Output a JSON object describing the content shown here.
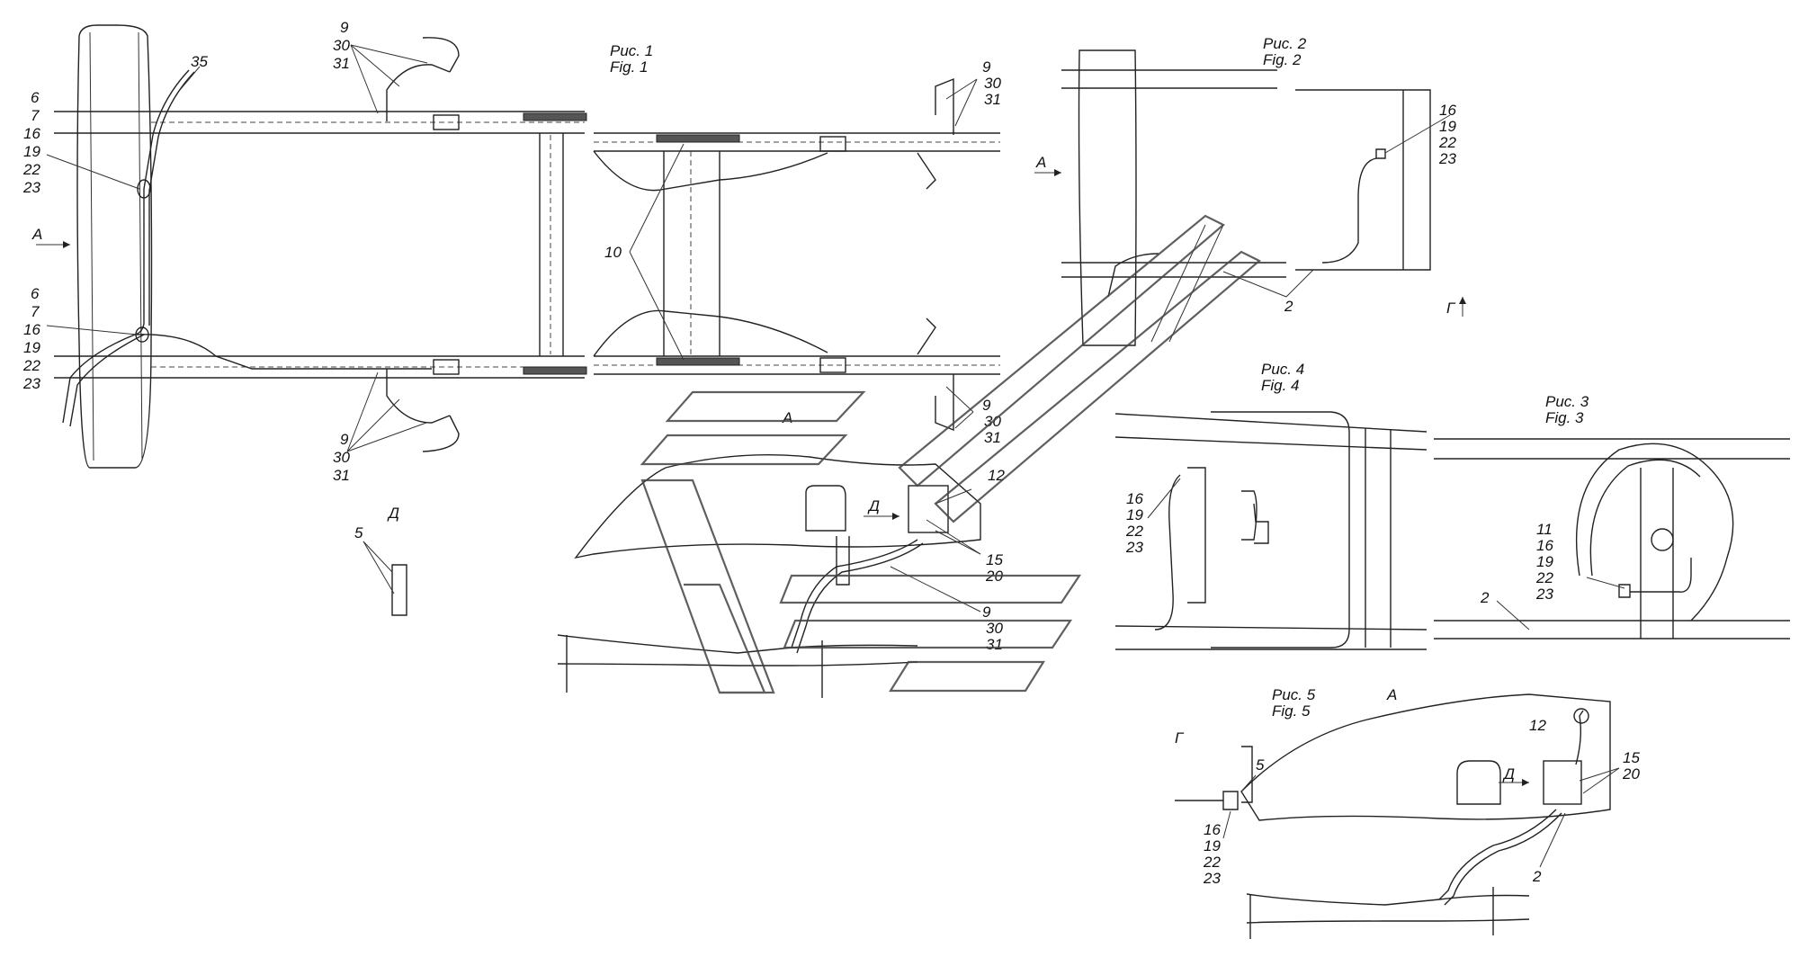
{
  "fig1": {
    "title_ru": "Рис. 1",
    "title_en": "Fig. 1",
    "view_arrow": "А",
    "labels_top_left": [
      "9",
      "30",
      "31"
    ],
    "label_35": "35",
    "labels_upper_left": [
      "6",
      "7",
      "16",
      "19",
      "22",
      "23"
    ],
    "labels_lower_left": [
      "6",
      "7",
      "16",
      "19",
      "22",
      "23"
    ],
    "labels_bottom_left": [
      "9",
      "30",
      "31"
    ],
    "label_10": "10",
    "labels_top_right": [
      "9",
      "30",
      "31"
    ],
    "labels_bottom_right": [
      "9",
      "30",
      "31"
    ],
    "view_d": "Д",
    "label_5": "5"
  },
  "fig2": {
    "title_ru": "Рис. 2",
    "title_en": "Fig. 2",
    "view_arrow": "А",
    "labels_right": [
      "16",
      "19",
      "22",
      "23"
    ],
    "label_2": "2",
    "view_g": "Г"
  },
  "fig4": {
    "title_ru": "Рис. 4",
    "title_en": "Fig. 4",
    "labels_left": [
      "16",
      "19",
      "22",
      "23"
    ]
  },
  "fig3": {
    "title_ru": "Рис. 3",
    "title_en": "Fig. 3",
    "labels": [
      "11",
      "16",
      "19",
      "22",
      "23"
    ],
    "label_2": "2"
  },
  "view_a": {
    "title": "А",
    "view_d": "Д",
    "label_12": "12",
    "labels_15_20": [
      "15",
      "20"
    ],
    "labels_9_30_31": [
      "9",
      "30",
      "31"
    ]
  },
  "fig5": {
    "title_ru": "Рис. 5",
    "title_en": "Fig. 5",
    "view_a": "А",
    "view_g": "Г",
    "label_5": "5",
    "labels_left": [
      "16",
      "19",
      "22",
      "23"
    ],
    "label_12": "12",
    "labels_15_20": [
      "15",
      "20"
    ],
    "view_d": "Д",
    "label_2": "2"
  }
}
